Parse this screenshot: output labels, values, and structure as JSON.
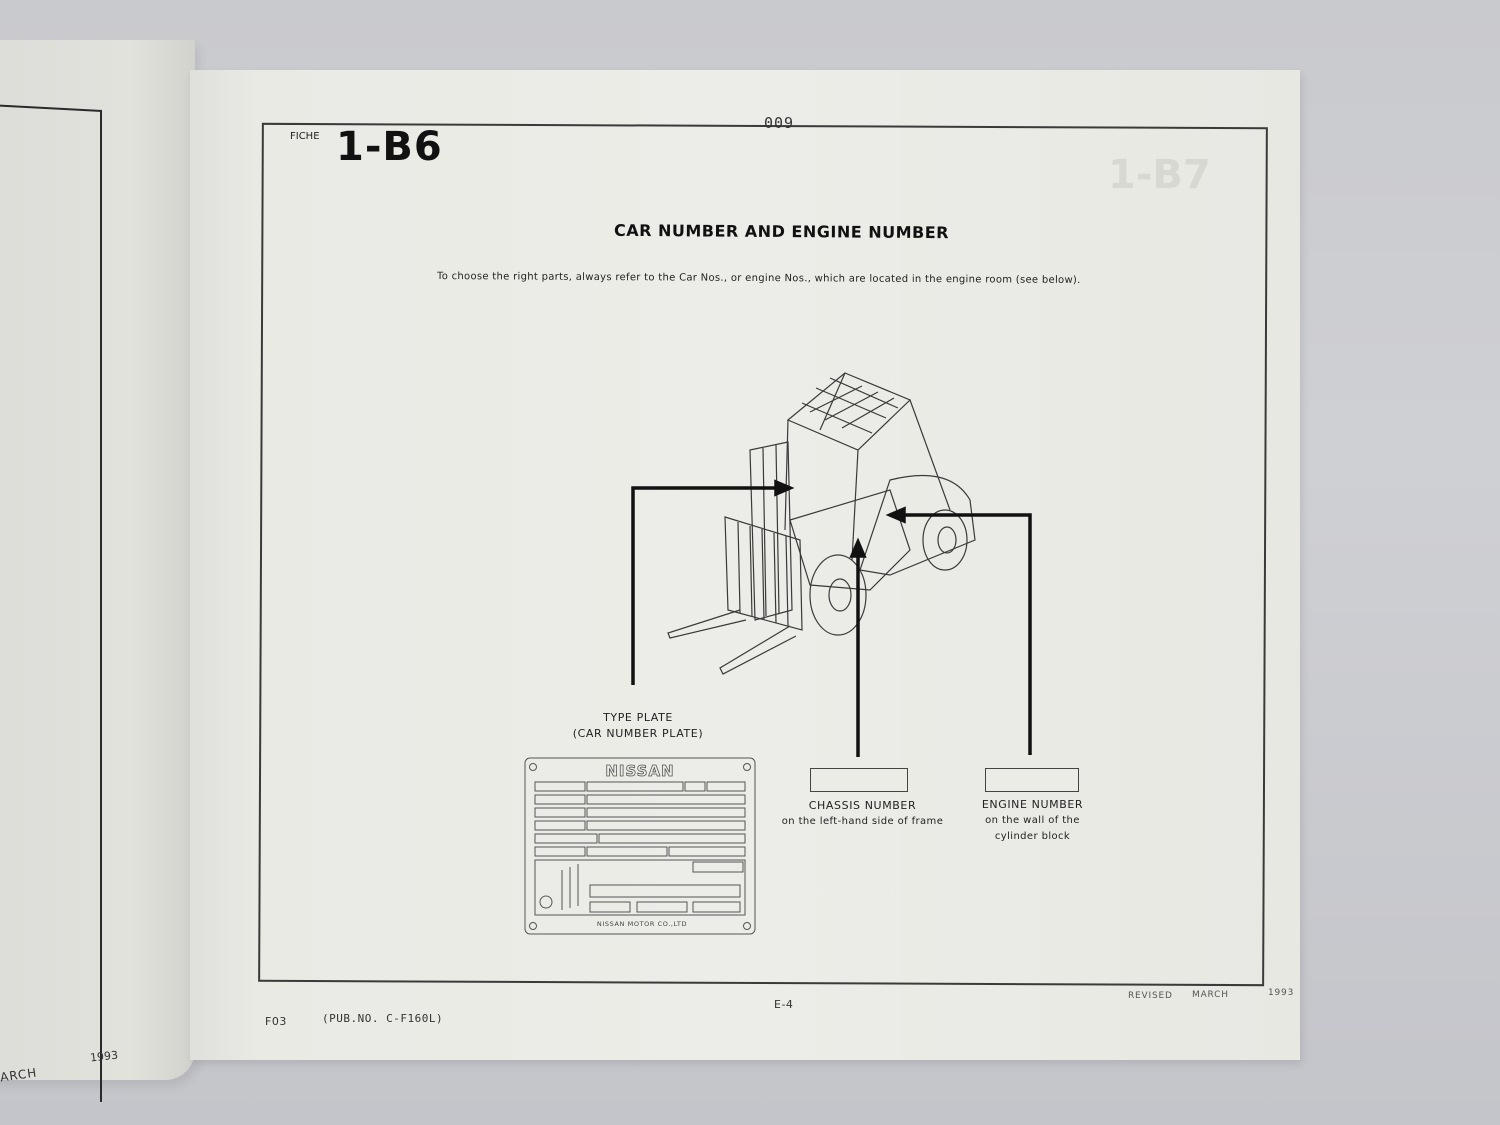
{
  "left_page": {
    "footer_month_fragment": "ARCH",
    "footer_year": "1993"
  },
  "right_page": {
    "page_number": "009",
    "fiche_label": "FICHE",
    "fiche_code": "1-B6",
    "ghost_code": "1-B7",
    "title": "CAR NUMBER AND ENGINE NUMBER",
    "intro": "To choose the right parts, always refer to the Car Nos., or engine Nos., which are located in the engine room (see below).",
    "figure": {
      "type_plate": {
        "label_line1": "TYPE PLATE",
        "label_line2": "(CAR NUMBER PLATE)",
        "plate_brand": "NISSAN",
        "plate_maker": "NISSAN MOTOR CO.,LTD"
      },
      "chassis_number": {
        "label": "CHASSIS NUMBER",
        "location": "on the left-hand side of frame"
      },
      "engine_number": {
        "label": "ENGINE NUMBER",
        "location_line1": "on the wall of the",
        "location_line2": "cylinder block"
      }
    },
    "footer": {
      "code": "F03",
      "publication": "(PUB.NO. C-F160L)",
      "page_ref": "E-4",
      "revised_label": "REVISED",
      "revised_month": "MARCH",
      "revised_year": "1993"
    }
  }
}
